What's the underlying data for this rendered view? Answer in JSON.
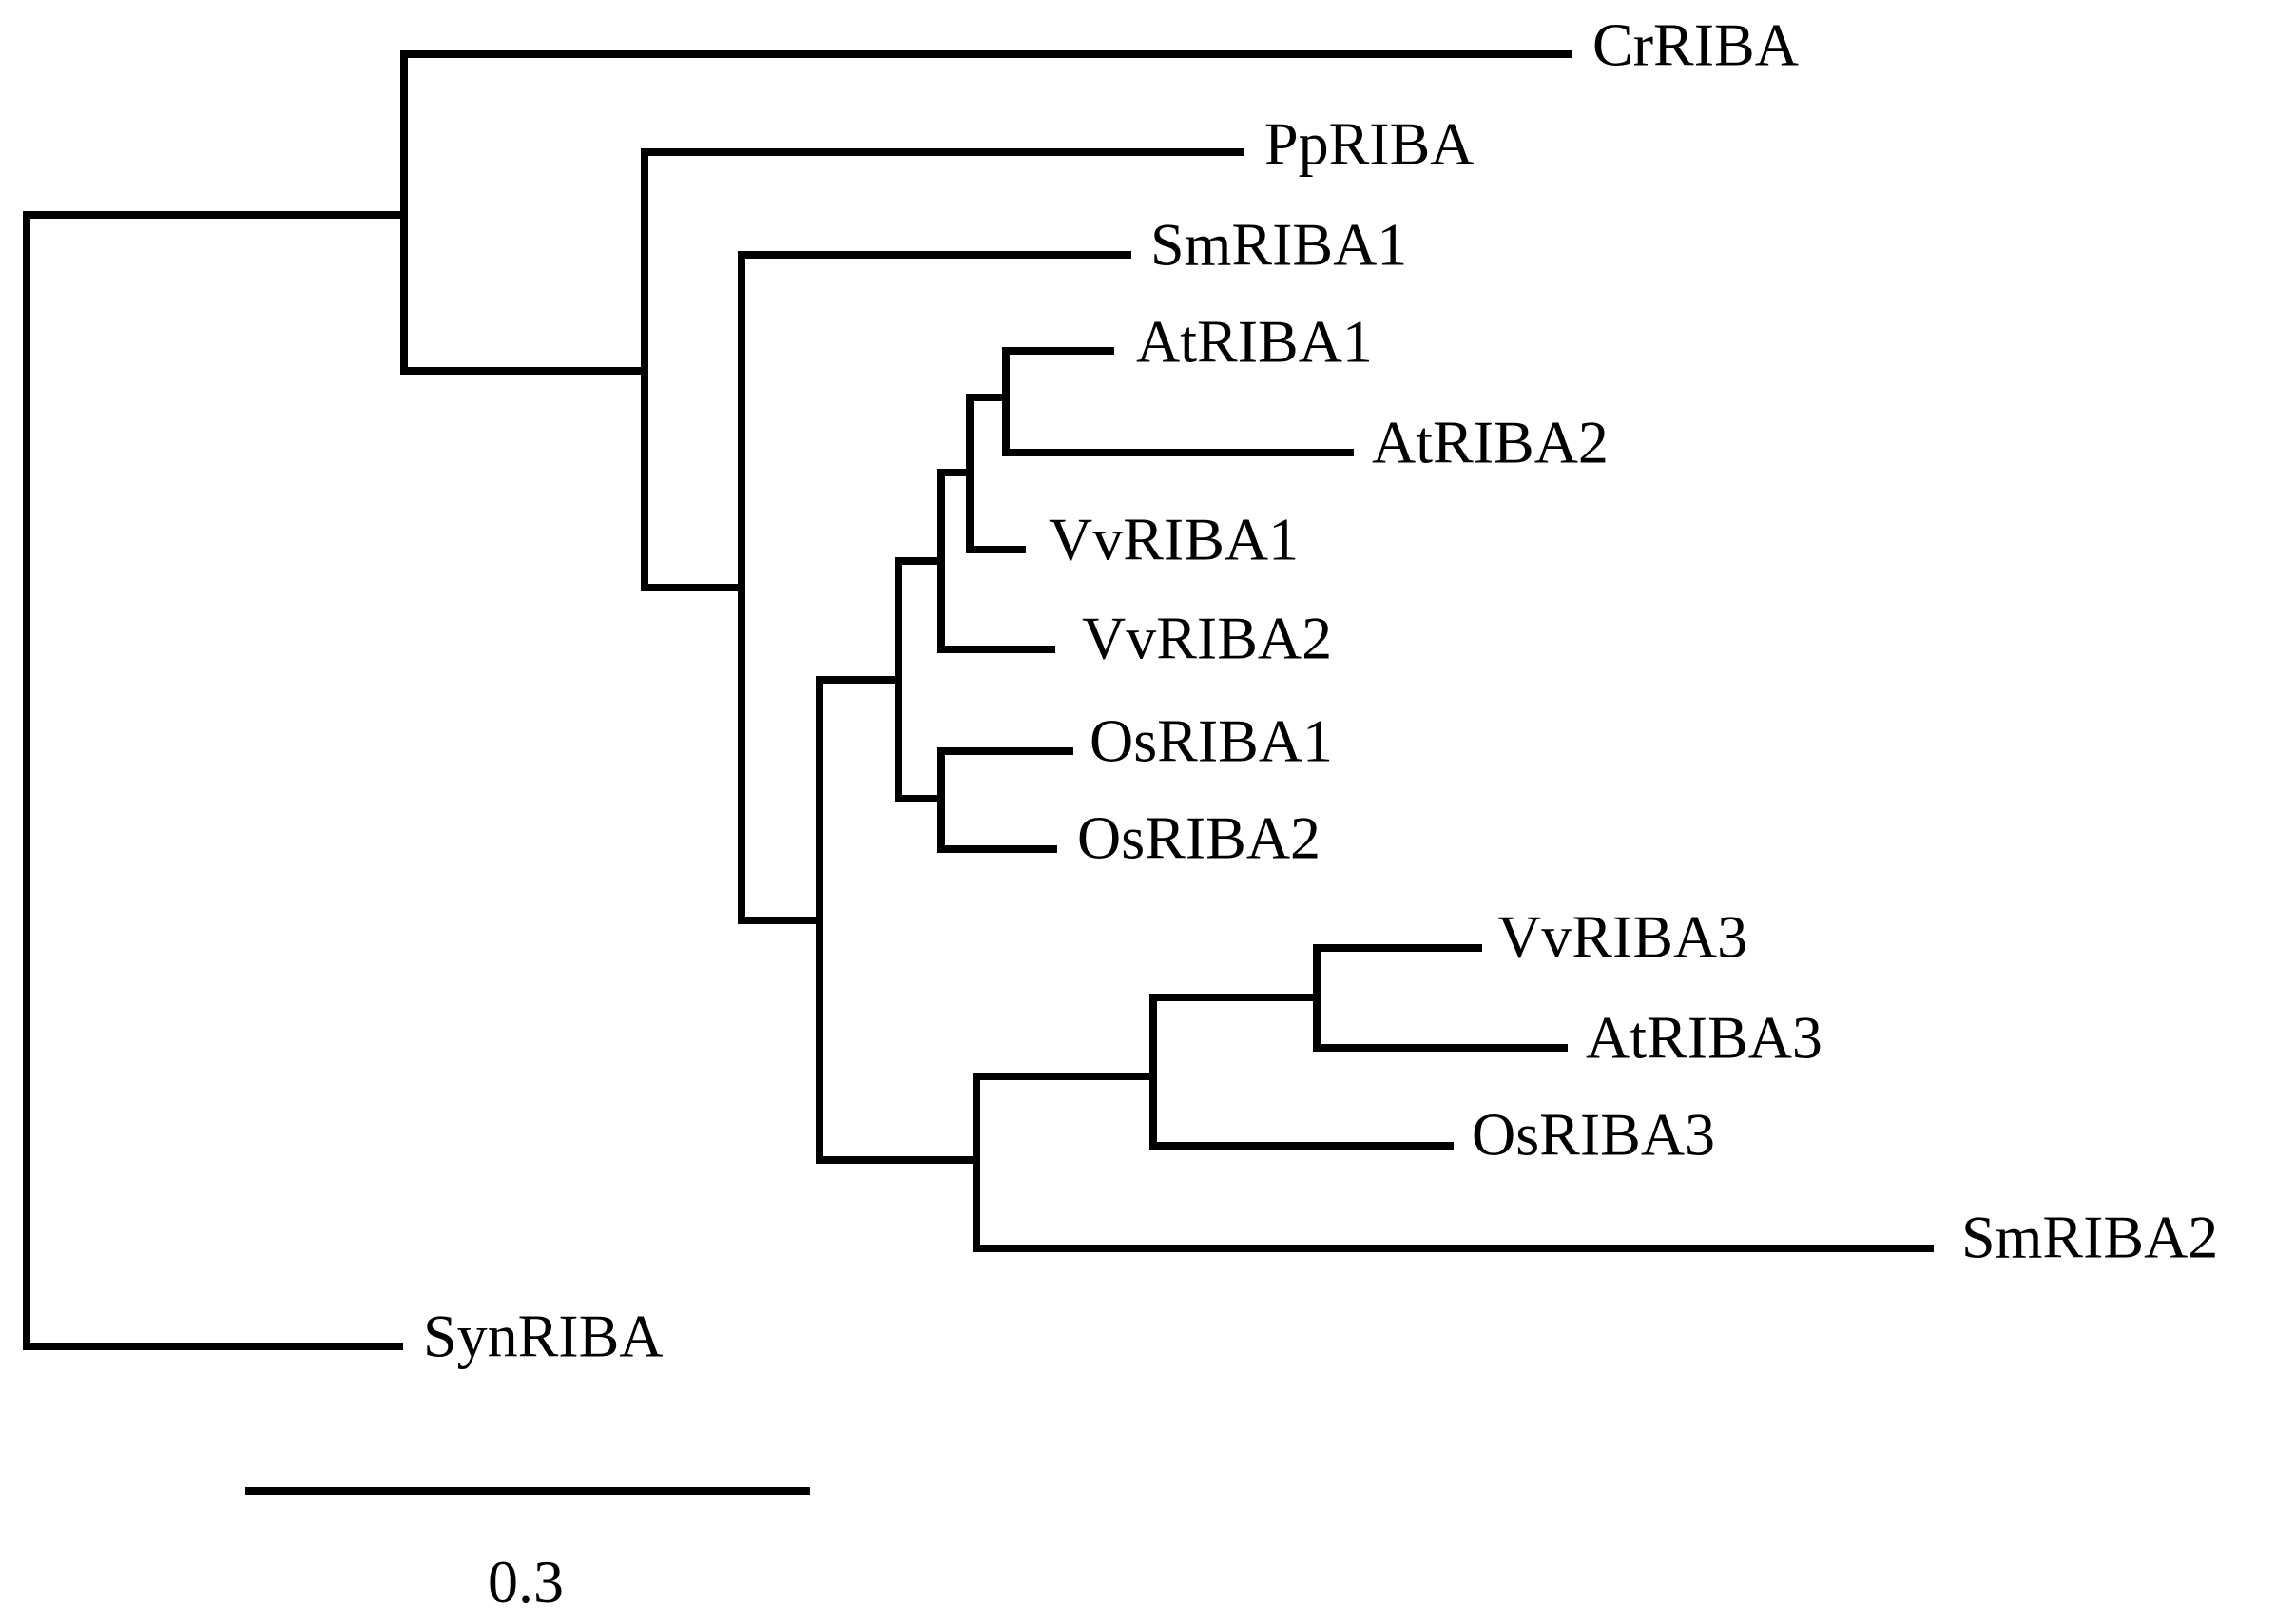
{
  "tree": {
    "leaves": [
      {
        "id": "CrRIBA",
        "label": "CrRIBA"
      },
      {
        "id": "PpRIBA",
        "label": "PpRIBA"
      },
      {
        "id": "SmRIBA1",
        "label": "SmRIBA1"
      },
      {
        "id": "AtRIBA1",
        "label": "AtRIBA1"
      },
      {
        "id": "AtRIBA2",
        "label": "AtRIBA2"
      },
      {
        "id": "VvRIBA1",
        "label": "VvRIBA1"
      },
      {
        "id": "VvRIBA2",
        "label": "VvRIBA2"
      },
      {
        "id": "OsRIBA1",
        "label": "OsRIBA1"
      },
      {
        "id": "OsRIBA2",
        "label": "OsRIBA2"
      },
      {
        "id": "VvRIBA3",
        "label": "VvRIBA3"
      },
      {
        "id": "AtRIBA3",
        "label": "AtRIBA3"
      },
      {
        "id": "OsRIBA3",
        "label": "OsRIBA3"
      },
      {
        "id": "SmRIBA2",
        "label": "SmRIBA2"
      },
      {
        "id": "SynRIBA",
        "label": "SynRIBA"
      }
    ],
    "scale_bar": {
      "value": 0.3,
      "label": "0.3"
    },
    "colors": {
      "line": "#000000",
      "background": "#ffffff"
    }
  }
}
